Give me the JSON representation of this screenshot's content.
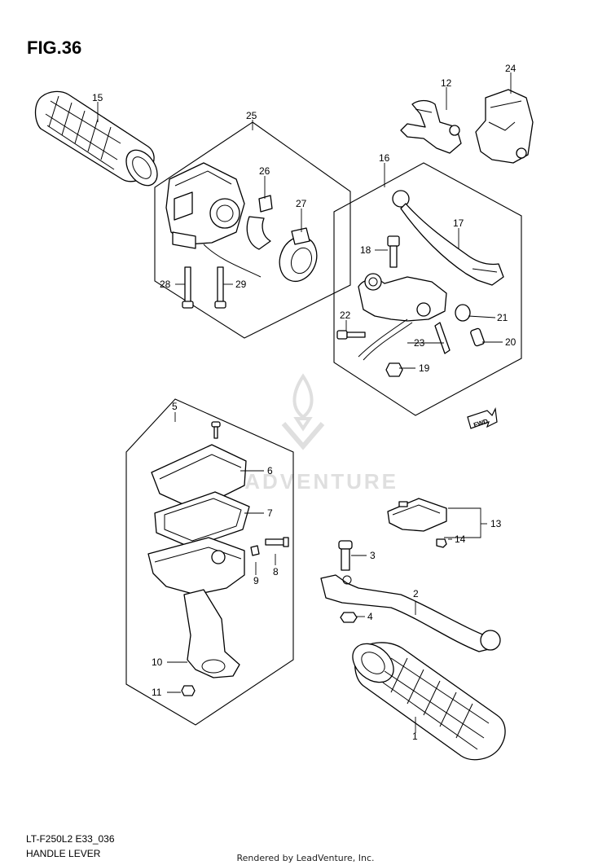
{
  "figure_label": "FIG.36",
  "diagram_code": "LT-F250L2 E33_036",
  "caption": "HANDLE LEVER",
  "footer": "Rendered by LeadVenture, Inc.",
  "watermark_text": "LEADVENTURE",
  "fwd_badge": "FWD",
  "callouts": {
    "p1": "1",
    "p2": "2",
    "p3": "3",
    "p4": "4",
    "p5": "5",
    "p6": "6",
    "p7": "7",
    "p8": "8",
    "p9": "9",
    "p10": "10",
    "p11": "11",
    "p12": "12",
    "p13": "13",
    "p14": "14",
    "p15": "15",
    "p16": "16",
    "p17": "17",
    "p18": "18",
    "p19": "19",
    "p20": "20",
    "p21": "21",
    "p22": "22",
    "p23": "23",
    "p24": "24",
    "p25": "25",
    "p26": "26",
    "p27": "27",
    "p28": "28",
    "p29": "29"
  },
  "colors": {
    "line": "#000000",
    "watermark": "#d9d9d9",
    "background": "#ffffff"
  }
}
